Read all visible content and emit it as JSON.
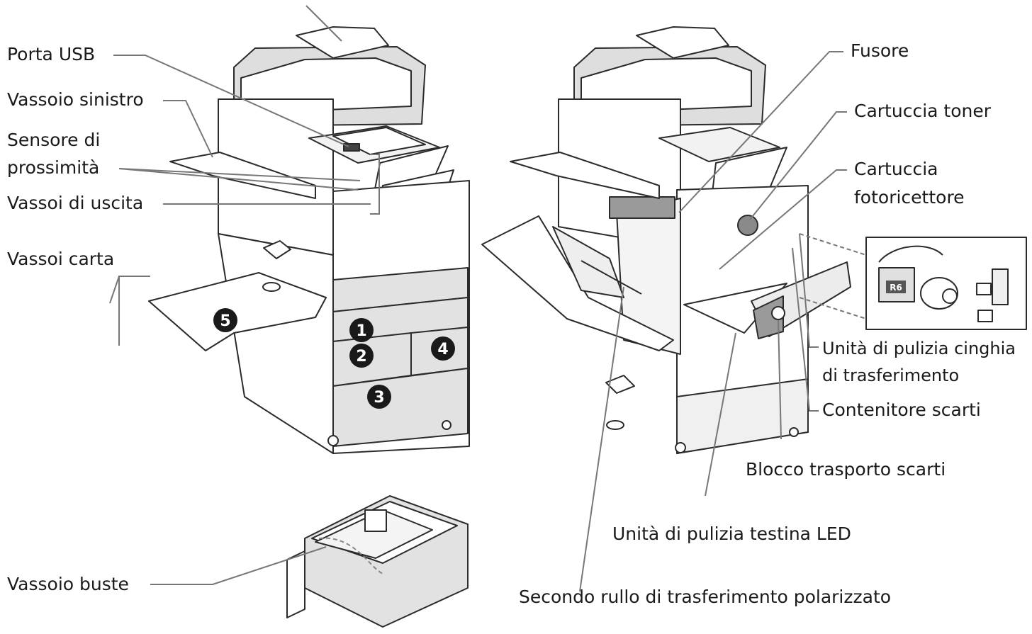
{
  "labels": {
    "porta_usb": "Porta USB",
    "vassoio_sinistro": "Vassoio sinistro",
    "sensore_1": "Sensore di",
    "sensore_2": "prossimità",
    "vassoi_uscita": "Vassoi di uscita",
    "vassoi_carta": "Vassoi carta",
    "vassoio_buste": "Vassoio buste",
    "fusore": "Fusore",
    "cartuccia_toner": "Cartuccia toner",
    "fotoricettore_1": "Cartuccia",
    "fotoricettore_2": "fotoricettore",
    "cinghia_1": "Unità di pulizia cinghia",
    "cinghia_2": "di trasferimento",
    "contenitore_scarti": "Contenitore scarti",
    "blocco_trasporto": "Blocco trasporto scarti",
    "testina_led": "Unità di pulizia testina LED",
    "secondo_rullo": "Secondo rullo di trasferimento polarizzato"
  },
  "tray_numbers": [
    "1",
    "2",
    "3",
    "4",
    "5"
  ],
  "inset_code": "R6",
  "colors": {
    "line": "#777777",
    "machine_stroke": "#2b2b2b",
    "tray_fill": "#e2e2e2",
    "badge_fill": "#1a1a1a"
  }
}
